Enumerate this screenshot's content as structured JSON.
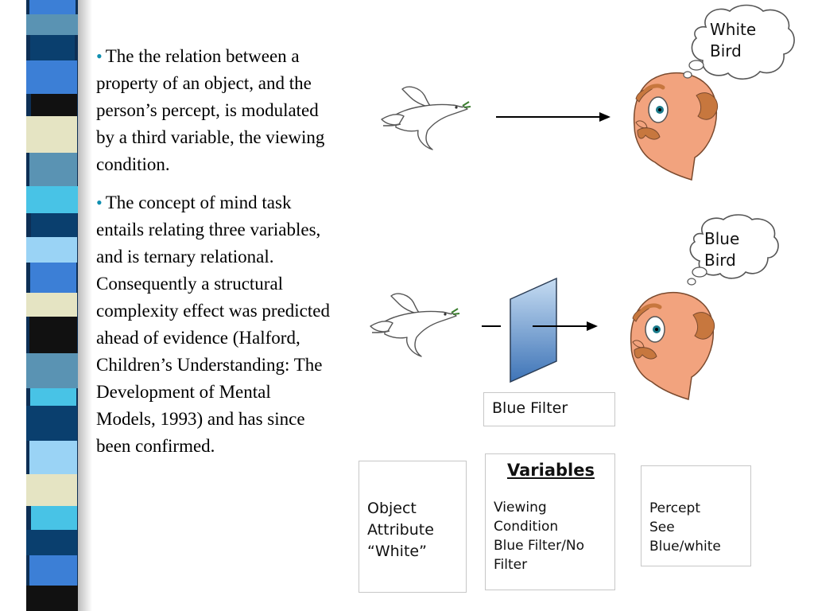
{
  "text": {
    "bullet_1": "The the relation between a property of an object, and the person’s percept, is modulated by a third variable, the viewing condition.",
    "bullet_2": "The concept of mind task entails relating three variables, and is ternary relational.  Consequently a structural complexity effect was predicted ahead of  evidence (Halford, Children’s Understanding: The Development of Mental Models, 1993) and has since been confirmed."
  },
  "diagram": {
    "bubble_top": {
      "line1": "White",
      "line2": "Bird"
    },
    "bubble_bottom": {
      "line1": "Blue",
      "line2": "Bird"
    },
    "filter_label": "Blue Filter",
    "object_box": {
      "line1": "Object",
      "line2": "Attribute",
      "line3": "“White”"
    },
    "variables_box": {
      "title": "Variables",
      "line1": "Viewing",
      "line2": "Condition",
      "line3": "Blue Filter/No",
      "line4": "Filter"
    },
    "percept_box": {
      "line1": "Percept",
      "line2": "See",
      "line3": "Blue/white"
    }
  },
  "colors": {
    "bullet": "#0f8fb0",
    "stripes": [
      "#5a93b3",
      "#0a3f6e",
      "#3c7fd6",
      "#111111",
      "#e5e4c3",
      "#48c3e6",
      "#9ad3f5"
    ],
    "filter_top": "#c6dcf2",
    "filter_bottom": "#3e74b7",
    "face": "#f2a37e",
    "hair": "#c7773e"
  },
  "icons": [
    "dove-icon",
    "arrow-icon",
    "cartoon-head-icon",
    "thought-bubble-icon",
    "blue-filter-icon"
  ]
}
